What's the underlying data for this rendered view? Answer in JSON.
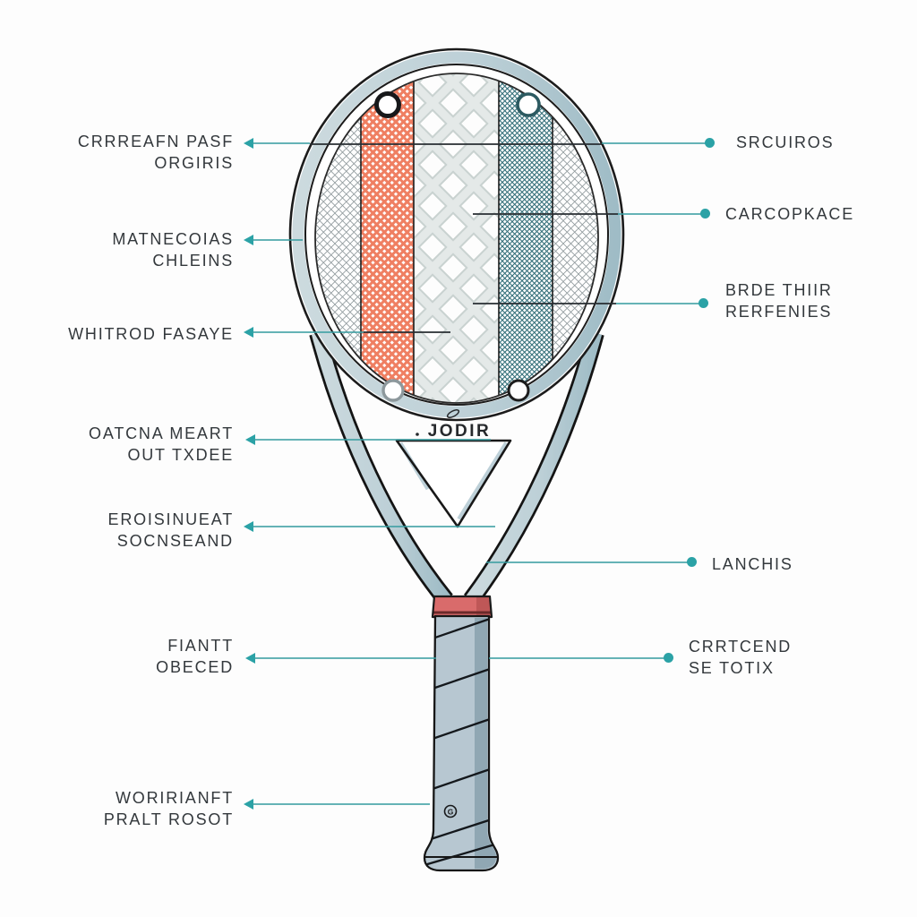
{
  "diagram": {
    "throat_text": "JODIR",
    "grip_mark": "G",
    "accent_color": "#2ba2a6",
    "frame_color": "#c5d5da",
    "coral_band_color": "#ef7f62",
    "teal_band_color": "#2f6d75",
    "collar_color": "#d96b6b",
    "grip_color": "#b7c7d1",
    "text_color": "#33383c"
  },
  "labels": {
    "left": [
      {
        "lines": [
          "CRRREAFN PASF",
          "ORGIRIS"
        ]
      },
      {
        "lines": [
          "MATNECOIAS",
          "CHLEINS"
        ]
      },
      {
        "lines": [
          "WHITROD FASAYE"
        ]
      },
      {
        "lines": [
          "OATCNA MEART",
          "OUT TXDEE"
        ]
      },
      {
        "lines": [
          "EROISINUEAT",
          "SOCNSEAND"
        ]
      },
      {
        "lines": [
          "FIANTT",
          "OBECED"
        ]
      },
      {
        "lines": [
          "WORIRIANFT",
          "PRALT ROSOT"
        ]
      }
    ],
    "right": [
      {
        "lines": [
          "SRCUIROS"
        ]
      },
      {
        "lines": [
          "CARCOPKACE"
        ]
      },
      {
        "lines": [
          "BRDE THIIR",
          "RERFENIES"
        ]
      },
      {
        "lines": [
          "LANCHIS"
        ]
      },
      {
        "lines": [
          "CRRTCEND",
          "SE TOTIX"
        ]
      }
    ]
  }
}
